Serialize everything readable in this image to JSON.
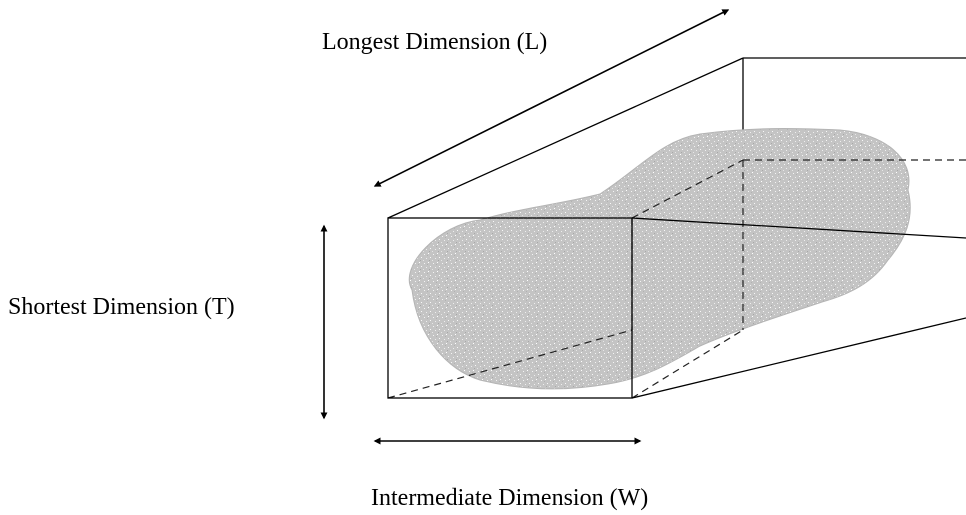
{
  "labels": {
    "longest": "Longest Dimension (L)",
    "shortest": "Shortest Dimension (T)",
    "intermediate": "Intermediate Dimension (W)"
  },
  "colors": {
    "particle_fill": "#c4c4c4",
    "particle_speckle": "#f4f4f4",
    "lines": "#000000"
  }
}
